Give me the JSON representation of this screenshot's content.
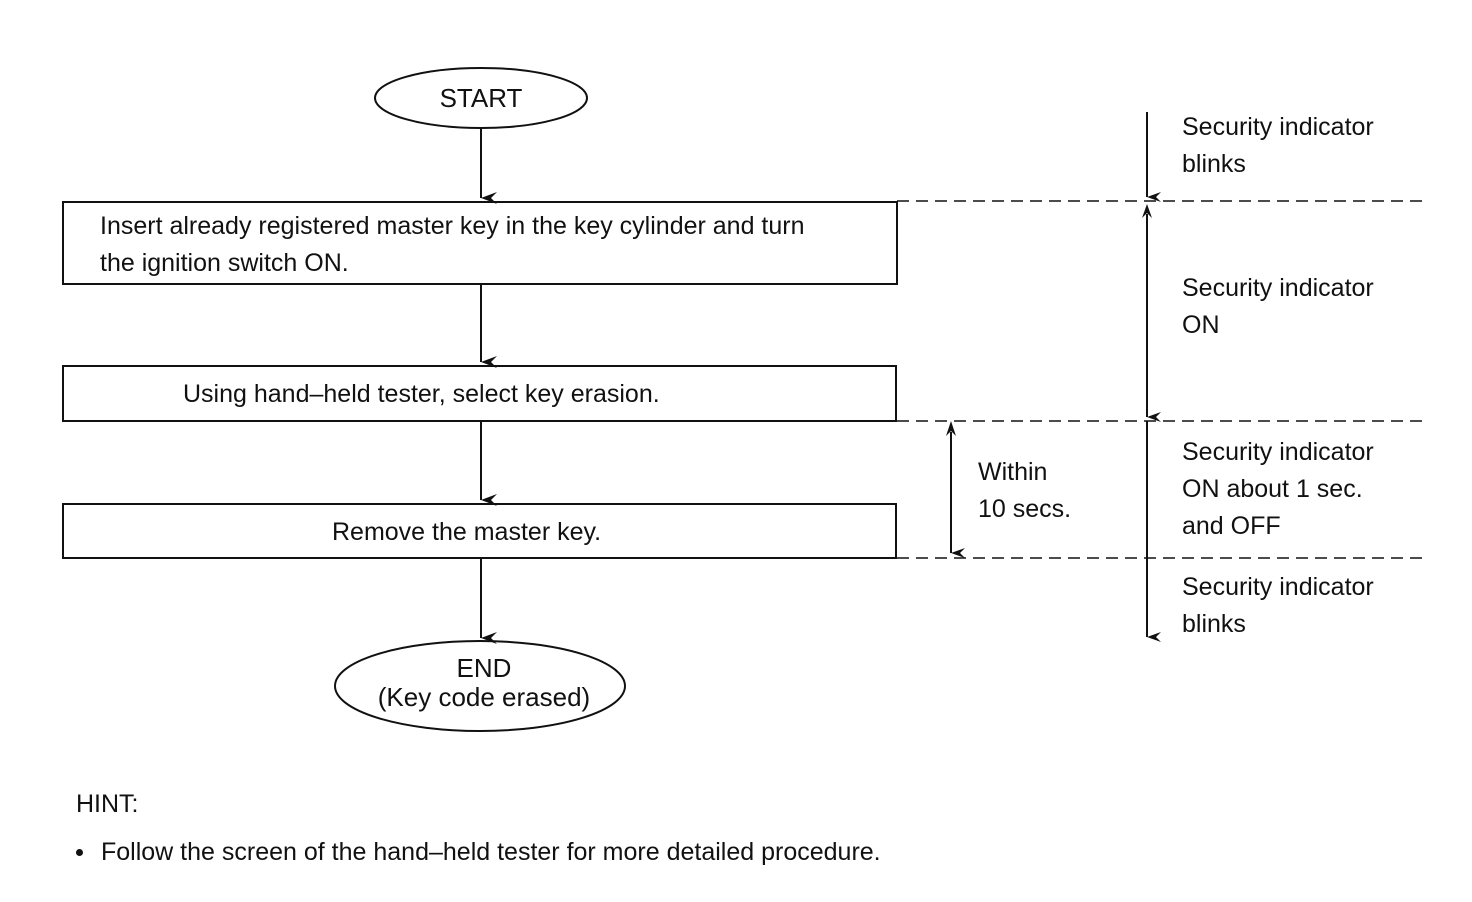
{
  "flow": {
    "start": "START",
    "step1_lines": [
      "Insert already registered master key in the key cylinder and turn",
      "the ignition switch ON."
    ],
    "step2": "Using hand–held tester, select key erasion.",
    "step3": "Remove the master key.",
    "end_line1": "END",
    "end_line2": "(Key code erased)"
  },
  "timing": {
    "within_line1": "Within",
    "within_line2": "10 secs."
  },
  "indicator_notes": [
    {
      "lines": [
        "Security indicator",
        "blinks"
      ]
    },
    {
      "lines": [
        "Security indicator",
        "ON"
      ]
    },
    {
      "lines": [
        "Security indicator",
        "ON about 1 sec.",
        "and OFF"
      ]
    },
    {
      "lines": [
        "Security indicator",
        "blinks"
      ]
    }
  ],
  "hint": {
    "title": "HINT:",
    "items": [
      "Follow the screen of the hand–held tester for more detailed procedure."
    ]
  }
}
